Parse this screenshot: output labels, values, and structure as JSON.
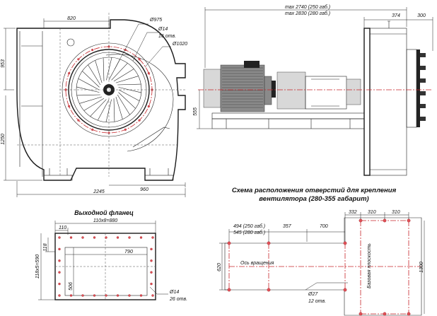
{
  "front_view": {
    "dim_top": "820",
    "dim_dia975": "Ø975",
    "dim_hole_dia": "Ø14",
    "dim_hole_count": "16 отв.",
    "dim_dia1020": "Ø1020",
    "dim_953": "953",
    "dim_1250": "1250",
    "dim_960": "960",
    "dim_2245": "2245"
  },
  "side_view": {
    "dim_max_250": "max 2740 (250 габ.)",
    "dim_max_280": "max 2830 (280 габ.)",
    "dim_374": "374",
    "dim_300": "300",
    "dim_555": "555"
  },
  "outlet_flange": {
    "title": "Выходной фланец",
    "dim_top": "110x8=880",
    "dim_110": "110",
    "dim_118": "118",
    "dim_side": "118x5=590",
    "dim_790": "790",
    "dim_506": "506",
    "hole_dia": "Ø14",
    "hole_count": "26 отв."
  },
  "mounting_scheme": {
    "title_line1": "Схема расположения отверстий для крепления",
    "title_line2": "вентилятора (280-355 габарит)",
    "dim_494": "494 (250 габ.)",
    "dim_545": "545 (280 габ.)",
    "dim_357": "357",
    "dim_700": "700",
    "dim_332": "332",
    "dim_310a": "310",
    "dim_310b": "310",
    "dim_620": "620",
    "dim_1300": "1300",
    "axis_label": "Ось вращения",
    "base_label": "Базовая плоскость",
    "hole_dia": "Ø27",
    "hole_count": "12 отв."
  }
}
